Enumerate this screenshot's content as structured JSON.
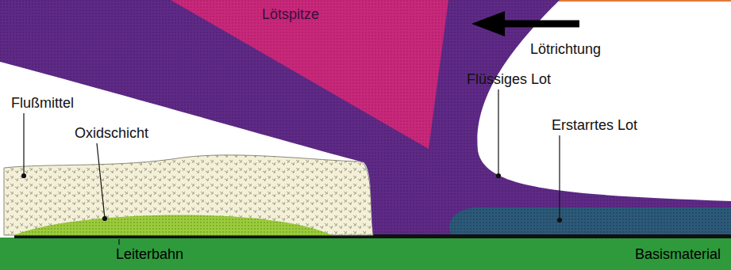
{
  "diagram": {
    "labels": [
      "Lötspitze",
      "Lötrichtung",
      "Flußmittel",
      "Oxidschicht",
      "Flüssiges Lot",
      "Erstarrtes Lot",
      "Leiterbahn",
      "Basismaterial"
    ]
  }
}
